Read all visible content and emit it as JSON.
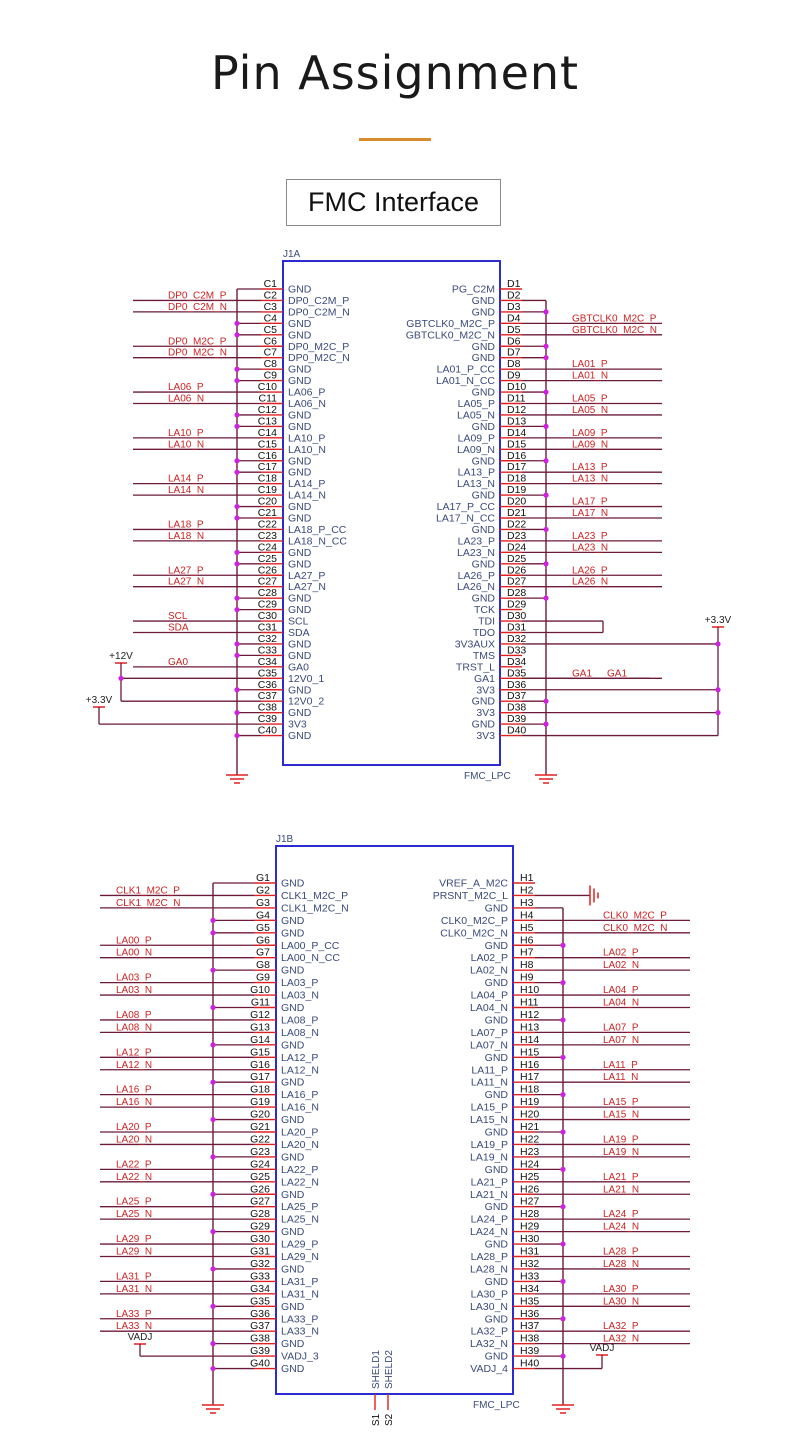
{
  "header": {
    "title": "Pin Assignment",
    "accent_color": "#d98a2b",
    "section_label": "FMC Interface"
  },
  "colors": {
    "box": "#2b2bd0",
    "pin_name": "#3a4a7a",
    "pin_number": "#111111",
    "net_label": "#cc2222",
    "wire": "#6b1a3a",
    "pin_stub": "#e02020",
    "junction": "#d020e0",
    "power_label": "#222222"
  },
  "connectors": [
    {
      "ref": "J1A",
      "part": "FMC_LPC",
      "left_pins": [
        {
          "num": "C1",
          "name": "GND",
          "net": ""
        },
        {
          "num": "C2",
          "name": "DP0_C2M_P",
          "net": "DP0_C2M_P"
        },
        {
          "num": "C3",
          "name": "DP0_C2M_N",
          "net": "DP0_C2M_N"
        },
        {
          "num": "C4",
          "name": "GND",
          "net": ""
        },
        {
          "num": "C5",
          "name": "GND",
          "net": ""
        },
        {
          "num": "C6",
          "name": "DP0_M2C_P",
          "net": "DP0_M2C_P"
        },
        {
          "num": "C7",
          "name": "DP0_M2C_N",
          "net": "DP0_M2C_N"
        },
        {
          "num": "C8",
          "name": "GND",
          "net": ""
        },
        {
          "num": "C9",
          "name": "GND",
          "net": ""
        },
        {
          "num": "C10",
          "name": "LA06_P",
          "net": "LA06_P"
        },
        {
          "num": "C11",
          "name": "LA06_N",
          "net": "LA06_N"
        },
        {
          "num": "C12",
          "name": "GND",
          "net": ""
        },
        {
          "num": "C13",
          "name": "GND",
          "net": ""
        },
        {
          "num": "C14",
          "name": "LA10_P",
          "net": "LA10_P"
        },
        {
          "num": "C15",
          "name": "LA10_N",
          "net": "LA10_N"
        },
        {
          "num": "C16",
          "name": "GND",
          "net": ""
        },
        {
          "num": "C17",
          "name": "GND",
          "net": ""
        },
        {
          "num": "C18",
          "name": "LA14_P",
          "net": "LA14_P"
        },
        {
          "num": "C19",
          "name": "LA14_N",
          "net": "LA14_N"
        },
        {
          "num": "C20",
          "name": "GND",
          "net": ""
        },
        {
          "num": "C21",
          "name": "GND",
          "net": ""
        },
        {
          "num": "C22",
          "name": "LA18_P_CC",
          "net": "LA18_P"
        },
        {
          "num": "C23",
          "name": "LA18_N_CC",
          "net": "LA18_N"
        },
        {
          "num": "C24",
          "name": "GND",
          "net": ""
        },
        {
          "num": "C25",
          "name": "GND",
          "net": ""
        },
        {
          "num": "C26",
          "name": "LA27_P",
          "net": "LA27_P"
        },
        {
          "num": "C27",
          "name": "LA27_N",
          "net": "LA27_N"
        },
        {
          "num": "C28",
          "name": "GND",
          "net": ""
        },
        {
          "num": "C29",
          "name": "GND",
          "net": ""
        },
        {
          "num": "C30",
          "name": "SCL",
          "net": "SCL"
        },
        {
          "num": "C31",
          "name": "SDA",
          "net": "SDA"
        },
        {
          "num": "C32",
          "name": "GND",
          "net": ""
        },
        {
          "num": "C33",
          "name": "GND",
          "net": ""
        },
        {
          "num": "C34",
          "name": "GA0",
          "net": "GA0"
        },
        {
          "num": "C35",
          "name": "12V0_1",
          "net": "+12V"
        },
        {
          "num": "C36",
          "name": "GND",
          "net": ""
        },
        {
          "num": "C37",
          "name": "12V0_2",
          "net": "+12V"
        },
        {
          "num": "C38",
          "name": "GND",
          "net": ""
        },
        {
          "num": "C39",
          "name": "3V3",
          "net": "+3.3V"
        },
        {
          "num": "C40",
          "name": "GND",
          "net": ""
        }
      ],
      "right_pins": [
        {
          "num": "D1",
          "name": "PG_C2M",
          "net": ""
        },
        {
          "num": "D2",
          "name": "GND",
          "net": ""
        },
        {
          "num": "D3",
          "name": "GND",
          "net": ""
        },
        {
          "num": "D4",
          "name": "GBTCLK0_M2C_P",
          "net": "GBTCLK0_M2C_P"
        },
        {
          "num": "D5",
          "name": "GBTCLK0_M2C_N",
          "net": "GBTCLK0_M2C_N"
        },
        {
          "num": "D6",
          "name": "GND",
          "net": ""
        },
        {
          "num": "D7",
          "name": "GND",
          "net": ""
        },
        {
          "num": "D8",
          "name": "LA01_P_CC",
          "net": "LA01_P"
        },
        {
          "num": "D9",
          "name": "LA01_N_CC",
          "net": "LA01_N"
        },
        {
          "num": "D10",
          "name": "GND",
          "net": ""
        },
        {
          "num": "D11",
          "name": "LA05_P",
          "net": "LA05_P"
        },
        {
          "num": "D12",
          "name": "LA05_N",
          "net": "LA05_N"
        },
        {
          "num": "D13",
          "name": "GND",
          "net": ""
        },
        {
          "num": "D14",
          "name": "LA09_P",
          "net": "LA09_P"
        },
        {
          "num": "D15",
          "name": "LA09_N",
          "net": "LA09_N"
        },
        {
          "num": "D16",
          "name": "GND",
          "net": ""
        },
        {
          "num": "D17",
          "name": "LA13_P",
          "net": "LA13_P"
        },
        {
          "num": "D18",
          "name": "LA13_N",
          "net": "LA13_N"
        },
        {
          "num": "D19",
          "name": "GND",
          "net": ""
        },
        {
          "num": "D20",
          "name": "LA17_P_CC",
          "net": "LA17_P"
        },
        {
          "num": "D21",
          "name": "LA17_N_CC",
          "net": "LA17_N"
        },
        {
          "num": "D22",
          "name": "GND",
          "net": ""
        },
        {
          "num": "D23",
          "name": "LA23_P",
          "net": "LA23_P"
        },
        {
          "num": "D24",
          "name": "LA23_N",
          "net": "LA23_N"
        },
        {
          "num": "D25",
          "name": "GND",
          "net": ""
        },
        {
          "num": "D26",
          "name": "LA26_P",
          "net": "LA26_P"
        },
        {
          "num": "D27",
          "name": "LA26_N",
          "net": "LA26_N"
        },
        {
          "num": "D28",
          "name": "GND",
          "net": ""
        },
        {
          "num": "D29",
          "name": "TCK",
          "net": ""
        },
        {
          "num": "D30",
          "name": "TDI",
          "net": ""
        },
        {
          "num": "D31",
          "name": "TDO",
          "net": ""
        },
        {
          "num": "D32",
          "name": "3V3AUX",
          "net": "+3.3V"
        },
        {
          "num": "D33",
          "name": "TMS",
          "net": ""
        },
        {
          "num": "D34",
          "name": "TRST_L",
          "net": ""
        },
        {
          "num": "D35",
          "name": "GA1",
          "net": "GA1"
        },
        {
          "num": "D36",
          "name": "3V3",
          "net": "+3.3V"
        },
        {
          "num": "D37",
          "name": "GND",
          "net": ""
        },
        {
          "num": "D38",
          "name": "3V3",
          "net": "+3.3V"
        },
        {
          "num": "D39",
          "name": "GND",
          "net": ""
        },
        {
          "num": "D40",
          "name": "3V3",
          "net": "+3.3V"
        }
      ],
      "power_labels": [
        "+12V",
        "+3.3V",
        "+3.3V"
      ]
    },
    {
      "ref": "J1B",
      "part": "FMC_LPC",
      "left_pins": [
        {
          "num": "G1",
          "name": "GND",
          "net": ""
        },
        {
          "num": "G2",
          "name": "CLK1_M2C_P",
          "net": "CLK1_M2C_P"
        },
        {
          "num": "G3",
          "name": "CLK1_M2C_N",
          "net": "CLK1_M2C_N"
        },
        {
          "num": "G4",
          "name": "GND",
          "net": ""
        },
        {
          "num": "G5",
          "name": "GND",
          "net": ""
        },
        {
          "num": "G6",
          "name": "LA00_P_CC",
          "net": "LA00_P"
        },
        {
          "num": "G7",
          "name": "LA00_N_CC",
          "net": "LA00_N"
        },
        {
          "num": "G8",
          "name": "GND",
          "net": ""
        },
        {
          "num": "G9",
          "name": "LA03_P",
          "net": "LA03_P"
        },
        {
          "num": "G10",
          "name": "LA03_N",
          "net": "LA03_N"
        },
        {
          "num": "G11",
          "name": "GND",
          "net": ""
        },
        {
          "num": "G12",
          "name": "LA08_P",
          "net": "LA08_P"
        },
        {
          "num": "G13",
          "name": "LA08_N",
          "net": "LA08_N"
        },
        {
          "num": "G14",
          "name": "GND",
          "net": ""
        },
        {
          "num": "G15",
          "name": "LA12_P",
          "net": "LA12_P"
        },
        {
          "num": "G16",
          "name": "LA12_N",
          "net": "LA12_N"
        },
        {
          "num": "G17",
          "name": "GND",
          "net": ""
        },
        {
          "num": "G18",
          "name": "LA16_P",
          "net": "LA16_P"
        },
        {
          "num": "G19",
          "name": "LA16_N",
          "net": "LA16_N"
        },
        {
          "num": "G20",
          "name": "GND",
          "net": ""
        },
        {
          "num": "G21",
          "name": "LA20_P",
          "net": "LA20_P"
        },
        {
          "num": "G22",
          "name": "LA20_N",
          "net": "LA20_N"
        },
        {
          "num": "G23",
          "name": "GND",
          "net": ""
        },
        {
          "num": "G24",
          "name": "LA22_P",
          "net": "LA22_P"
        },
        {
          "num": "G25",
          "name": "LA22_N",
          "net": "LA22_N"
        },
        {
          "num": "G26",
          "name": "GND",
          "net": ""
        },
        {
          "num": "G27",
          "name": "LA25_P",
          "net": "LA25_P"
        },
        {
          "num": "G28",
          "name": "LA25_N",
          "net": "LA25_N"
        },
        {
          "num": "G29",
          "name": "GND",
          "net": ""
        },
        {
          "num": "G30",
          "name": "LA29_P",
          "net": "LA29_P"
        },
        {
          "num": "G31",
          "name": "LA29_N",
          "net": "LA29_N"
        },
        {
          "num": "G32",
          "name": "GND",
          "net": ""
        },
        {
          "num": "G33",
          "name": "LA31_P",
          "net": "LA31_P"
        },
        {
          "num": "G34",
          "name": "LA31_N",
          "net": "LA31_N"
        },
        {
          "num": "G35",
          "name": "GND",
          "net": ""
        },
        {
          "num": "G36",
          "name": "LA33_P",
          "net": "LA33_P"
        },
        {
          "num": "G37",
          "name": "LA33_N",
          "net": "LA33_N"
        },
        {
          "num": "G38",
          "name": "GND",
          "net": ""
        },
        {
          "num": "G39",
          "name": "VADJ_3",
          "net": "VADJ"
        },
        {
          "num": "G40",
          "name": "GND",
          "net": ""
        }
      ],
      "right_pins": [
        {
          "num": "H1",
          "name": "VREF_A_M2C",
          "net": ""
        },
        {
          "num": "H2",
          "name": "PRSNT_M2C_L",
          "net": ""
        },
        {
          "num": "H3",
          "name": "GND",
          "net": ""
        },
        {
          "num": "H4",
          "name": "CLK0_M2C_P",
          "net": "CLK0_M2C_P"
        },
        {
          "num": "H5",
          "name": "CLK0_M2C_N",
          "net": "CLK0_M2C_N"
        },
        {
          "num": "H6",
          "name": "GND",
          "net": ""
        },
        {
          "num": "H7",
          "name": "LA02_P",
          "net": "LA02_P"
        },
        {
          "num": "H8",
          "name": "LA02_N",
          "net": "LA02_N"
        },
        {
          "num": "H9",
          "name": "GND",
          "net": ""
        },
        {
          "num": "H10",
          "name": "LA04_P",
          "net": "LA04_P"
        },
        {
          "num": "H11",
          "name": "LA04_N",
          "net": "LA04_N"
        },
        {
          "num": "H12",
          "name": "GND",
          "net": ""
        },
        {
          "num": "H13",
          "name": "LA07_P",
          "net": "LA07_P"
        },
        {
          "num": "H14",
          "name": "LA07_N",
          "net": "LA07_N"
        },
        {
          "num": "H15",
          "name": "GND",
          "net": ""
        },
        {
          "num": "H16",
          "name": "LA11_P",
          "net": "LA11_P"
        },
        {
          "num": "H17",
          "name": "LA11_N",
          "net": "LA11_N"
        },
        {
          "num": "H18",
          "name": "GND",
          "net": ""
        },
        {
          "num": "H19",
          "name": "LA15_P",
          "net": "LA15_P"
        },
        {
          "num": "H20",
          "name": "LA15_N",
          "net": "LA15_N"
        },
        {
          "num": "H21",
          "name": "GND",
          "net": ""
        },
        {
          "num": "H22",
          "name": "LA19_P",
          "net": "LA19_P"
        },
        {
          "num": "H23",
          "name": "LA19_N",
          "net": "LA19_N"
        },
        {
          "num": "H24",
          "name": "GND",
          "net": ""
        },
        {
          "num": "H25",
          "name": "LA21_P",
          "net": "LA21_P"
        },
        {
          "num": "H26",
          "name": "LA21_N",
          "net": "LA21_N"
        },
        {
          "num": "H27",
          "name": "GND",
          "net": ""
        },
        {
          "num": "H28",
          "name": "LA24_P",
          "net": "LA24_P"
        },
        {
          "num": "H29",
          "name": "LA24_N",
          "net": "LA24_N"
        },
        {
          "num": "H30",
          "name": "GND",
          "net": ""
        },
        {
          "num": "H31",
          "name": "LA28_P",
          "net": "LA28_P"
        },
        {
          "num": "H32",
          "name": "LA28_N",
          "net": "LA28_N"
        },
        {
          "num": "H33",
          "name": "GND",
          "net": ""
        },
        {
          "num": "H34",
          "name": "LA30_P",
          "net": "LA30_P"
        },
        {
          "num": "H35",
          "name": "LA30_N",
          "net": "LA30_N"
        },
        {
          "num": "H36",
          "name": "GND",
          "net": ""
        },
        {
          "num": "H37",
          "name": "LA32_P",
          "net": "LA32_P"
        },
        {
          "num": "H38",
          "name": "LA32_N",
          "net": "LA32_N"
        },
        {
          "num": "H39",
          "name": "GND",
          "net": ""
        },
        {
          "num": "H40",
          "name": "VADJ_4",
          "net": "VADJ"
        }
      ],
      "shield_pins": [
        {
          "num": "S1",
          "name": "SHELD1"
        },
        {
          "num": "S2",
          "name": "SHELD2"
        }
      ],
      "power_labels": [
        "VADJ",
        "VADJ"
      ]
    }
  ]
}
